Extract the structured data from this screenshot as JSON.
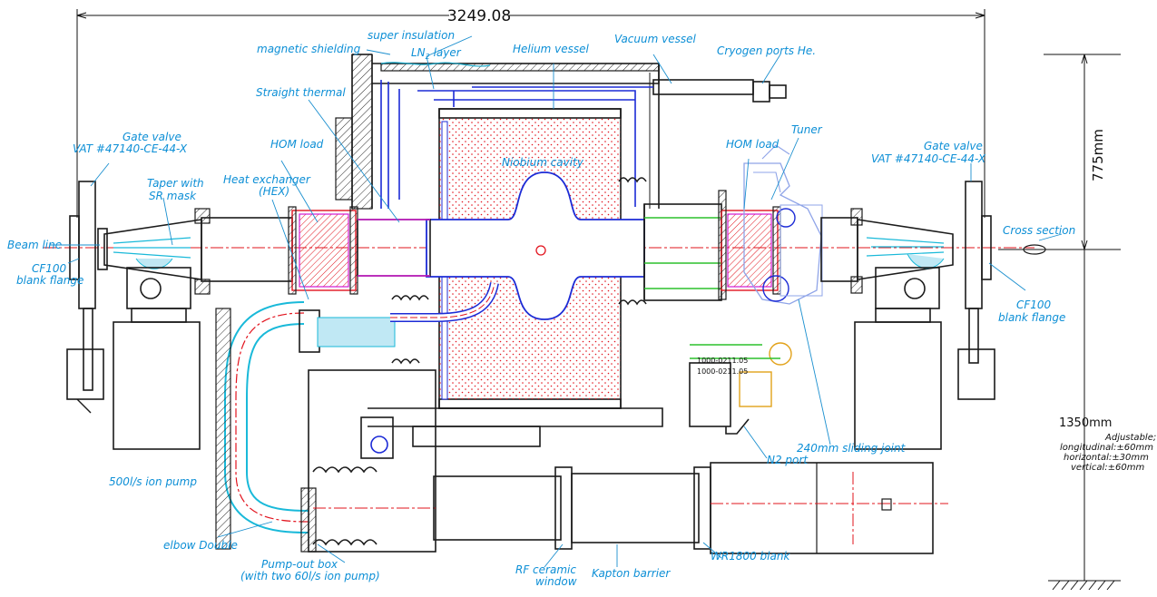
{
  "dimensions": {
    "overall_length": "3249.08",
    "height": "775mm",
    "lower": "1350mm",
    "adjustable_title": "Adjustable;",
    "adjustable_longitudinal": "longitudinal:±60mm",
    "adjustable_horizontal": "horizontal:±30mm",
    "adjustable_vertical": "vertical:±60mm"
  },
  "labels": {
    "super_insulation": "super insulation",
    "magnetic_shielding": "magnetic shielding",
    "ln2_layer": "LN",
    "ln2_sub": "2",
    "ln2_suffix": " layer",
    "helium_vessel": "Helium vessel",
    "vacuum_vessel": "Vacuum vessel",
    "cryogen_ports": "Cryogen ports He.",
    "straight_thermal": "Straight thermal",
    "gate_valve_left": "Gate valve",
    "vat_left": "VAT #47140-CE-44-X",
    "hom_load_left": "HOM load",
    "niobium_cavity": "Niobium cavity",
    "heat_exchanger": "Heat exchanger",
    "hex": "(HEX)",
    "taper_line1": "Taper with",
    "taper_line2": "SR mask",
    "beam_line": "Beam line",
    "cf100_left_1": "CF100",
    "cf100_left_2": "blank flange",
    "hom_load_right": "HOM load",
    "tuner": "Tuner",
    "gate_valve_right": "Gate valve",
    "vat_right": "VAT #47140-CE-44-X",
    "cross_section": "Cross section",
    "cf100_right_1": "CF100",
    "cf100_right_2": "blank flange",
    "ion_pump": "500l/s ion pump",
    "elbow_double": "elbow Double",
    "pump_out_box_1": "Pump-out box",
    "pump_out_box_2": "(with two 60l/s ion pump)",
    "rf_ceramic_1": "RF ceramic",
    "rf_ceramic_2": "window",
    "kapton_barrier": "Kapton barrier",
    "wr1800_blank": "WR1800 blank",
    "n2_port": "N2 port",
    "sliding_joint": "240mm sliding joint",
    "motor_text_1": "1000-0211.05",
    "motor_text_2": "1000-0211.05"
  },
  "colors": {
    "label": "#0d8fd6",
    "outline": "#1b1b1b",
    "beam_axis": "#e2141e",
    "inner_blue": "#1c2bd6",
    "cyan": "#19b9d9",
    "green": "#2bc12b",
    "magenta": "#d21ad2"
  }
}
